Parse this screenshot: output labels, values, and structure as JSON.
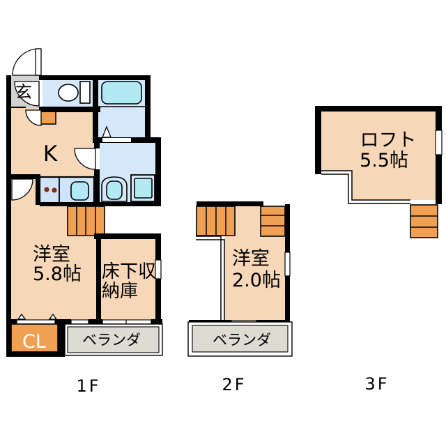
{
  "page": {
    "type": "apartment-floorplan",
    "background": "#ffffff"
  },
  "colors": {
    "wall": "#000000",
    "room": "#f6d7b8",
    "wet_room": "#d5e8fa",
    "fixture": "#b2e9f3",
    "counter": "#cfe4f8",
    "stairs": "#f0a052",
    "entrance_floor": "#d2d2d2",
    "veranda": "#dedbd3",
    "burner": "#7c3018",
    "label_text": "#000000",
    "closet_text": "#ffffff"
  },
  "floors": [
    {
      "label": "1F",
      "rooms": {
        "entrance": "玄",
        "kitchen": "K",
        "western_room": {
          "name": "洋室",
          "size": "5.8帖"
        },
        "underfloor_storage": {
          "line1": "床下収",
          "line2": "納庫"
        },
        "closet": "CL",
        "veranda": "ベランダ"
      }
    },
    {
      "label": "2F",
      "rooms": {
        "western_room": {
          "name": "洋室",
          "size": "2.0帖"
        },
        "veranda": "ベランダ"
      }
    },
    {
      "label": "3F",
      "rooms": {
        "loft": {
          "name": "ロフト",
          "size": "5.5帖"
        }
      }
    }
  ]
}
